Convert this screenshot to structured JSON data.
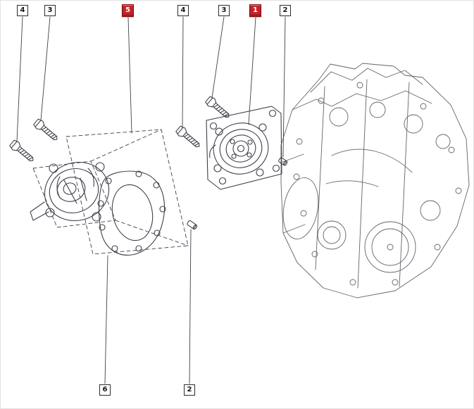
{
  "diagram": {
    "name": "water-pump-exploded-parts-diagram",
    "colors": {
      "background": "#ffffff",
      "line": "#3f3f4a",
      "engine_line": "#63636c",
      "highlight_red": "#c5252b",
      "callout_border": "#2b2b31"
    },
    "callouts_top": [
      {
        "label": "4",
        "highlighted": false
      },
      {
        "label": "3",
        "highlighted": false
      },
      {
        "label": "5",
        "highlighted": true
      },
      {
        "label": "4",
        "highlighted": false
      },
      {
        "label": "3",
        "highlighted": false
      },
      {
        "label": "1",
        "highlighted": true
      },
      {
        "label": "2",
        "highlighted": false
      }
    ],
    "callouts_bottom": [
      {
        "label": "6",
        "highlighted": false
      },
      {
        "label": "2",
        "highlighted": false
      }
    ]
  }
}
